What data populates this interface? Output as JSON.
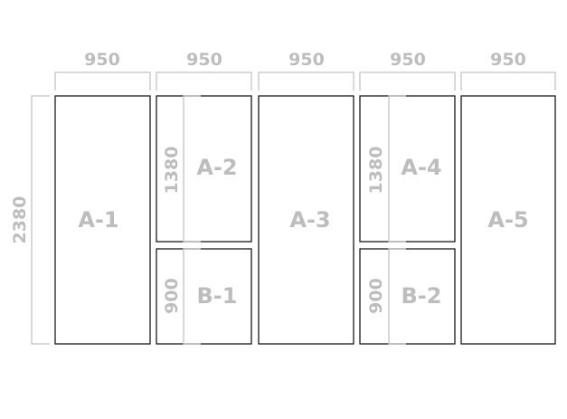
{
  "widths": [
    "950",
    "950",
    "950",
    "950",
    "950"
  ],
  "total_height": "2380",
  "panels": {
    "a1": "A-1",
    "a2": "A-2",
    "b1": "B-1",
    "a3": "A-3",
    "a4": "A-4",
    "b2": "B-2",
    "a5": "A-5"
  },
  "split_heights": {
    "col2_upper": "1380",
    "col2_lower": "900",
    "col4_upper": "1380",
    "col4_lower": "900"
  },
  "colors": {
    "outline": "#1a1a1a",
    "dimension": "#c4c4c4",
    "label": "#bdbdbd"
  }
}
